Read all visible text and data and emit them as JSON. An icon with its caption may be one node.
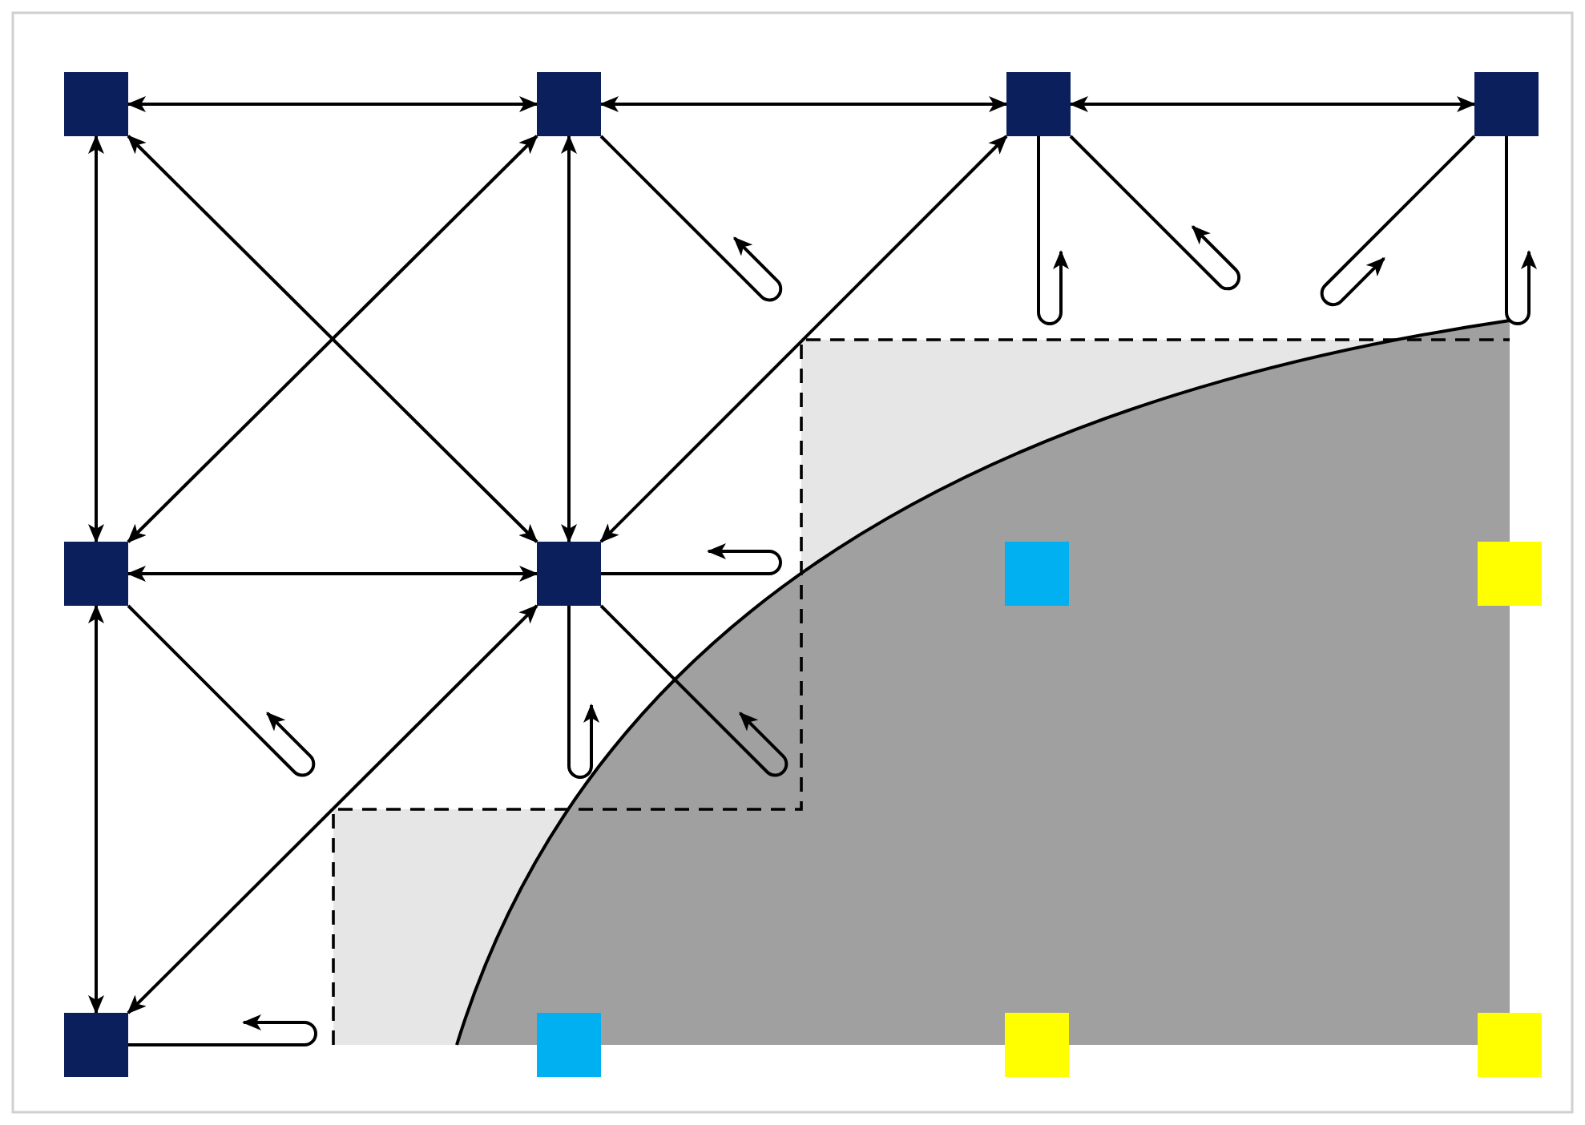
{
  "diagram": {
    "nodes": [
      {
        "text": [],
        "shape": "box"
      },
      {
        "text": [],
        "shape": "box"
      },
      {
        "text": [],
        "shape": "box"
      },
      {
        "text": [],
        "shape": "box"
      },
      {
        "text": [],
        "shape": "box"
      },
      {
        "text": [],
        "shape": "box"
      },
      {
        "text": [],
        "shape": "box"
      },
      {
        "text": [],
        "shape": "box"
      },
      {
        "text": [],
        "shape": "box"
      },
      {
        "text": [],
        "shape": "box"
      },
      {
        "text": [],
        "shape": "box"
      },
      {
        "text": [],
        "shape": "box"
      }
    ],
    "edges": [
      {
        "from": 0,
        "to": 1,
        "arrow": "both"
      },
      {
        "from": 1,
        "to": 2,
        "arrow": "both"
      },
      {
        "from": 2,
        "to": 3,
        "arrow": "both"
      },
      {
        "from": 0,
        "to": 4,
        "arrow": "both"
      },
      {
        "from": 4,
        "to": 8,
        "arrow": "both"
      },
      {
        "from": 1,
        "to": 5,
        "arrow": "both"
      },
      {
        "from": 0,
        "to": 5,
        "arrow": "both"
      },
      {
        "from": 1,
        "to": 4,
        "arrow": "both"
      },
      {
        "from": 2,
        "to": 5,
        "arrow": "both"
      },
      {
        "from": 5,
        "to": 8,
        "arrow": "both"
      },
      {
        "from": 4,
        "to": 5,
        "arrow": "both"
      },
      {
        "from": 1,
        "to": null,
        "arrow": "to"
      },
      {
        "from": 2,
        "to": null,
        "arrow": "to"
      },
      {
        "from": 2,
        "to": null,
        "arrow": "to"
      },
      {
        "from": 3,
        "to": null,
        "arrow": "to"
      },
      {
        "from": 3,
        "to": null,
        "arrow": "to"
      },
      {
        "from": 4,
        "to": null,
        "arrow": "to"
      },
      {
        "from": 5,
        "to": null,
        "arrow": "to"
      },
      {
        "from": 5,
        "to": null,
        "arrow": "to"
      },
      {
        "from": 5,
        "to": null,
        "arrow": "to"
      },
      {
        "from": 8,
        "to": null,
        "arrow": "to"
      }
    ]
  }
}
